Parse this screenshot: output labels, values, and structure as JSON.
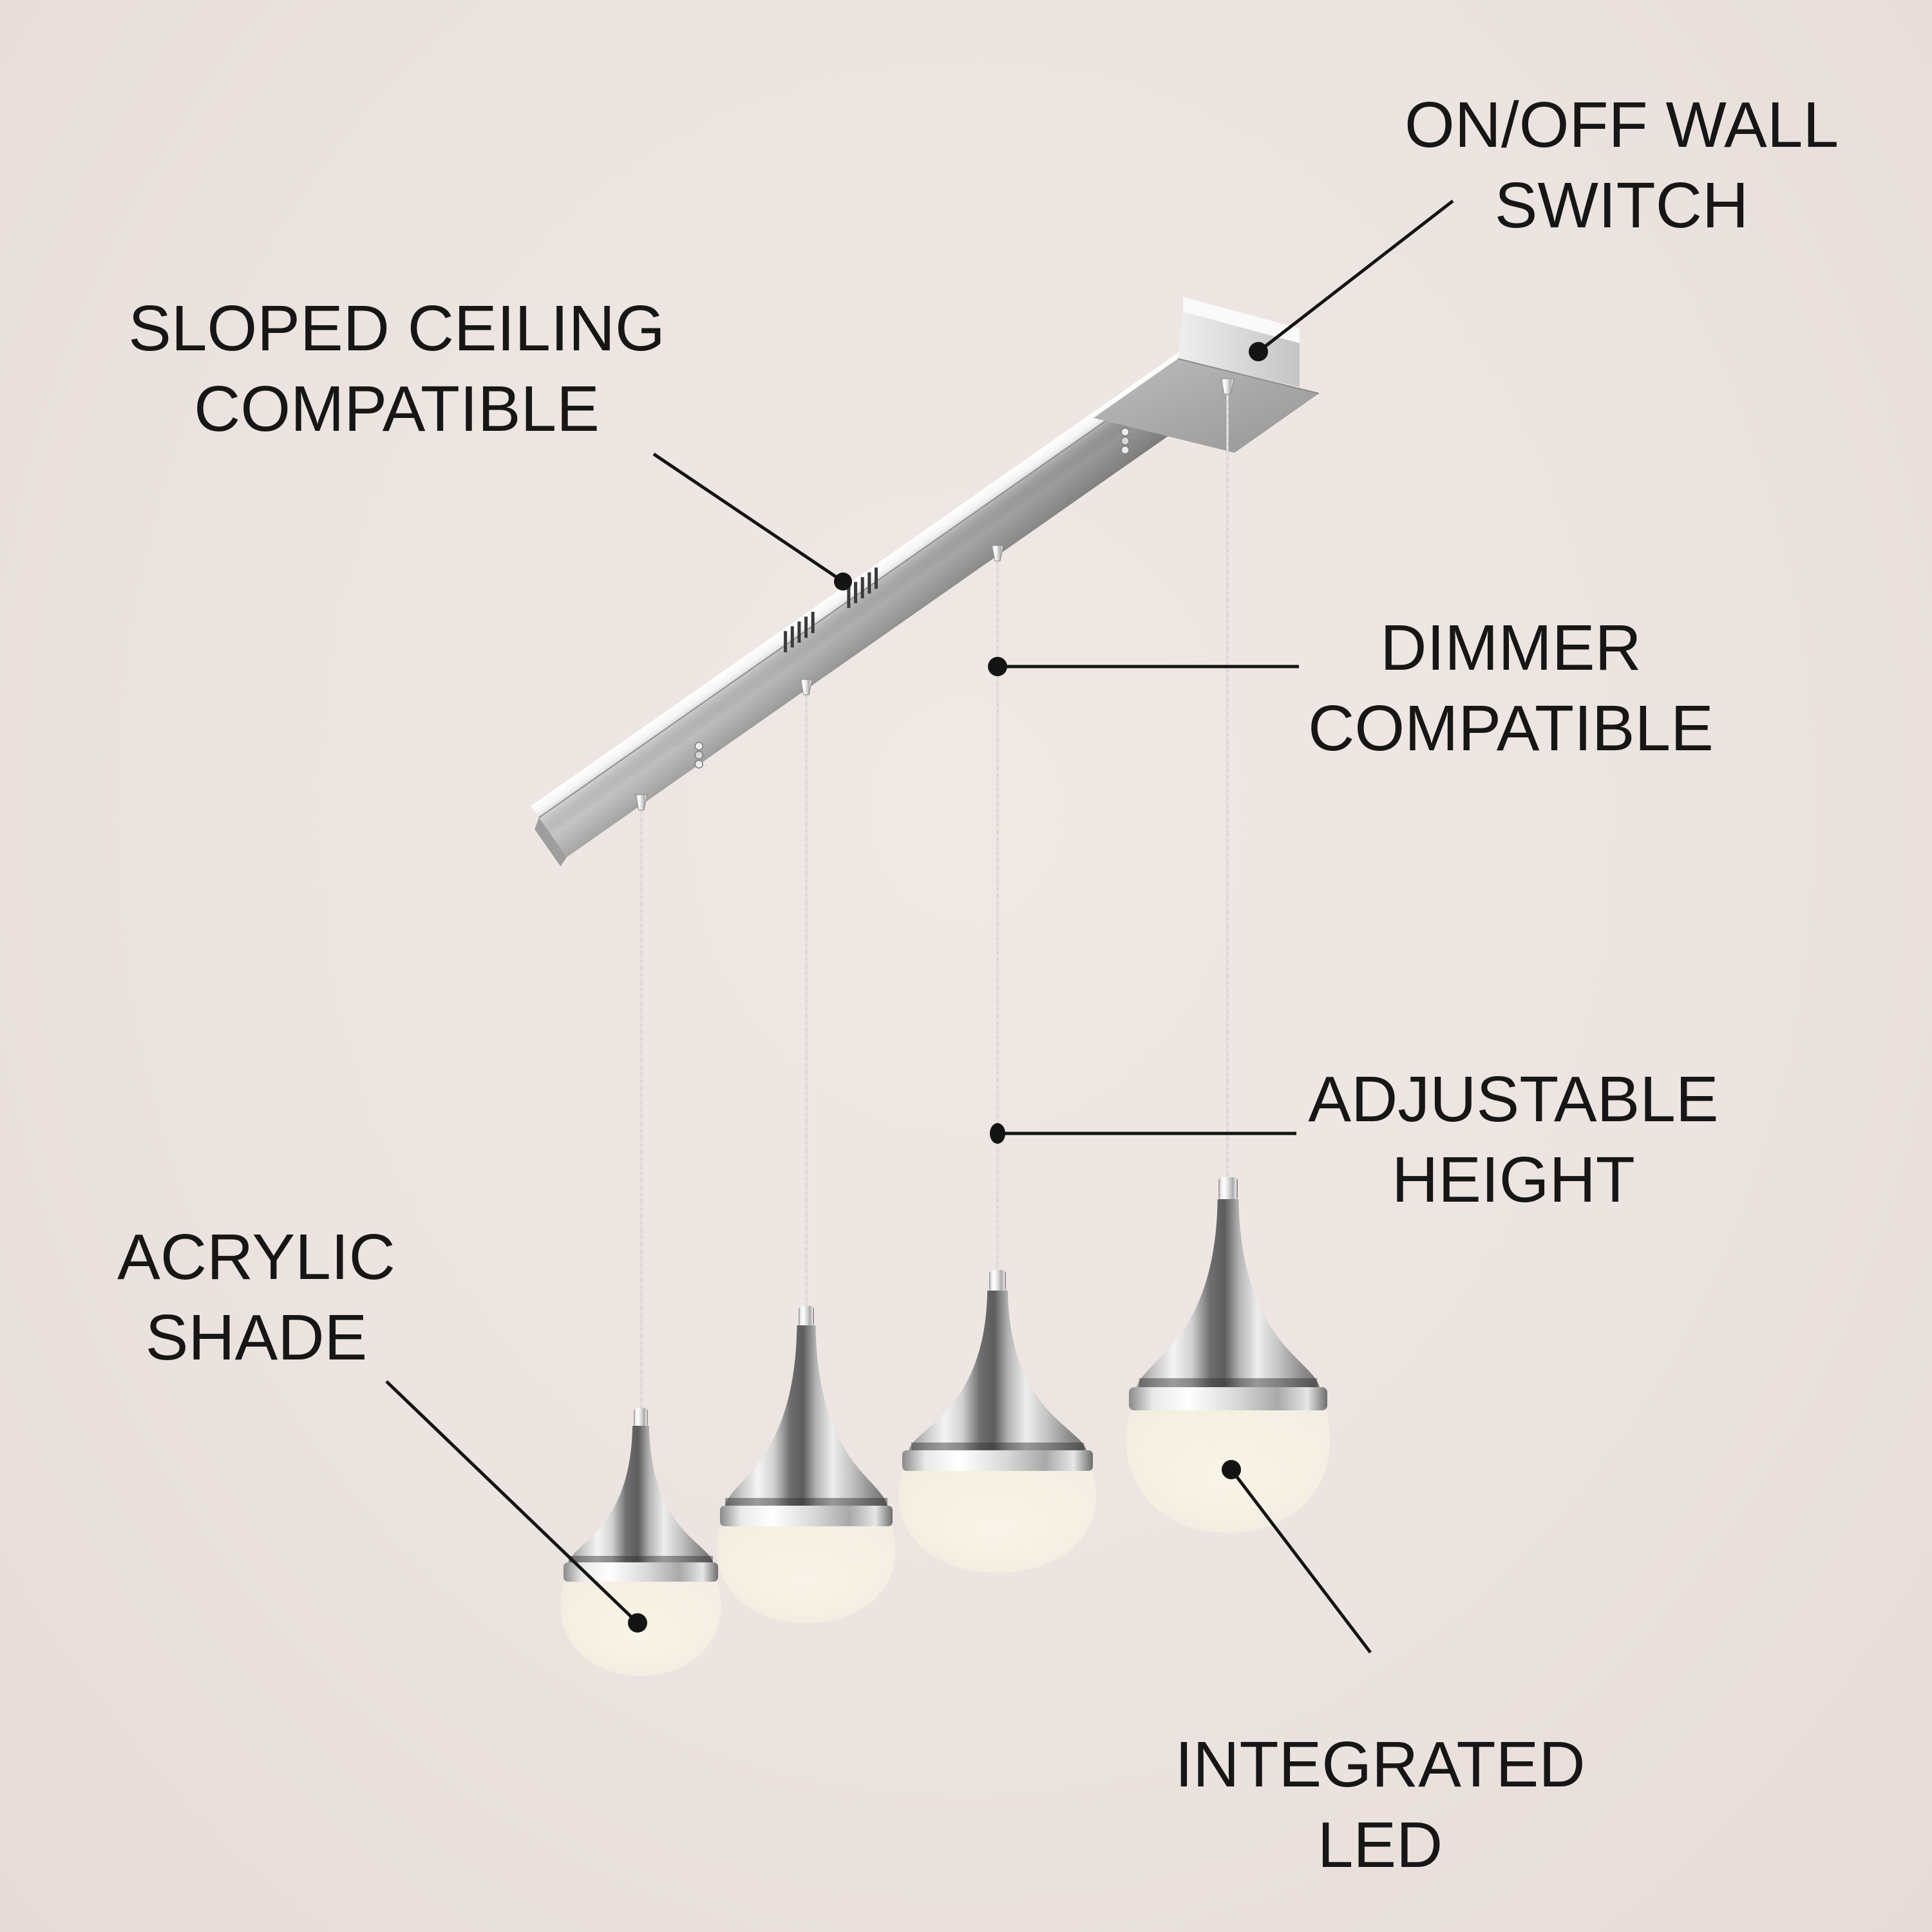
{
  "background_color": "#ece4e0",
  "text_color": "#161616",
  "line_color": "#141414",
  "chrome_color": "#b9b9b9",
  "glow_color": "#f7efdf",
  "labels": {
    "on_off_wall_switch": {
      "line1": "ON/OFF WALL",
      "line2": "SWITCH"
    },
    "sloped_ceiling": {
      "line1": "SLOPED CEILING",
      "line2": "COMPATIBLE"
    },
    "dimmer": {
      "line1": "DIMMER",
      "line2": "COMPATIBLE"
    },
    "adjustable_height": {
      "line1": "ADJUSTABLE",
      "line2": "HEIGHT"
    },
    "acrylic_shade": {
      "line1": "ACRYLIC",
      "line2": "SHADE"
    },
    "integrated_led": {
      "line1": "INTEGRATED",
      "line2": "LED"
    }
  },
  "fixture": {
    "pendant_count": 4,
    "finish": "chrome",
    "shade_style": "textured acrylic dome"
  }
}
